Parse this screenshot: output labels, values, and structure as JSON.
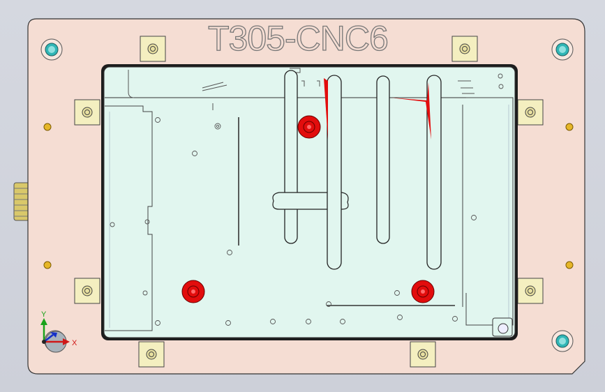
{
  "part": {
    "engraved_label": "T305-CNC6"
  },
  "triad": {
    "y_label": "Y",
    "x_label": "X"
  },
  "colors": {
    "background": "#cfd2db",
    "base_plate": "#f5ddd3",
    "pocket": "#e1f6ef",
    "clamp": "#f4efc0",
    "pin": "#e6b628",
    "locator": "#30b6b6",
    "datum_red": "#e20d0d",
    "outline": "#222222"
  }
}
